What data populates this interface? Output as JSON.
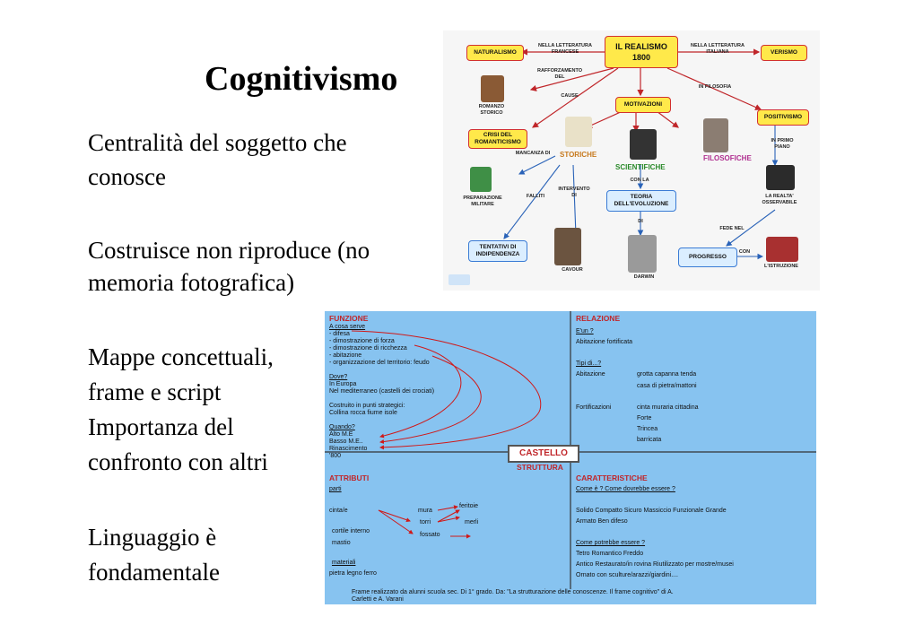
{
  "slide": {
    "title": "Cognitivismo",
    "lines": [
      "Centralità del soggetto che",
      "conosce",
      "Costruisce non riproduce  (no",
      "memoria fotografica)",
      "Mappe concettuali,",
      "frame e script",
      "Importanza del",
      "confronto con altri",
      "Linguaggio è",
      "fondamentale"
    ]
  },
  "concept_map": {
    "center": "IL     REALISMO 1800",
    "boxes": {
      "naturalismo": "NATURALISMO",
      "verismo": "VERISMO",
      "motivazioni": "MOTIVAZIONI",
      "positivismo": "POSITIVISMO",
      "crisi": "CRISI DEL ROMANTICISMO",
      "teoria": "TEORIA DELL'EVOLUZIONE",
      "tentativi": "TENTATIVI DI INDIPENDENZA",
      "progresso": "PROGRESSO"
    },
    "headers": {
      "storiche": "STORICHE",
      "scientifiche": "SCIENTIFICHE",
      "filosofiche": "FILOSOFICHE"
    },
    "labels": {
      "nella_lett_fr": "NELLA    LETTERATURA FRANCESE",
      "nella_lett_it": "NELLA    LETTERATURA ITALIANA",
      "rafforzamento": "RAFFORZAMENTO DEL",
      "cause": "CAUSE",
      "in_filosofia": "IN    FILOSOFIA",
      "romanzo": "ROMANZO STORICO",
      "in_primo_piano": "IN    PRIMO PIANO",
      "mancanza": "MANCANZA DI",
      "con_la": "CON    LA",
      "preparazione": "PREPARAZIONE MILITARE",
      "falliti": "FALLITI",
      "intervento": "INTERVENTO DI",
      "realta": "LA REALTA' OSSERVABILE",
      "di": "DI",
      "fede_nel": "FEDE    NEL",
      "con": "CON",
      "istruzione": "L'ISTRUZIONE",
      "cavour": "CAVOUR",
      "darwin": "DARWIN"
    }
  },
  "frame": {
    "center_label": "CASTELLO",
    "struttura": "STRUTTURA",
    "funzione": {
      "heading": "FUNZIONE",
      "a_cosa_serve": "A cosa serve",
      "items": [
        "-    difesa",
        "-    dimostrazione di forza",
        "-    dimostrazione di ricchezza",
        "-    abitazione",
        "-    organizzazione del territorio: feudo"
      ],
      "dove": "Dove?",
      "in_europa": "In Europa",
      "mediterraneo": "Nel mediterraneo (castelli dei crociati)",
      "costruito": "Costruito in punti strategici:",
      "collina": "Collina  rocca  fiume  isole",
      "quando": "Quando?",
      "alto": "Alto M.E",
      "basso": "Basso M.E..",
      "rinascimento": "Rinascimento",
      "ottocento": "'800"
    },
    "relazione": {
      "heading": "RELAZIONE",
      "e_un": "E'un ?",
      "abitazione_fort": "Abitazione fortificata",
      "tipi": "Tipi di...?",
      "abitazione": "Abitazione",
      "grotta": "grotta  capanna  tenda",
      "casa": "casa di pietra/mattoni",
      "fortificazioni": "Fortificazioni",
      "cinta": "cinta muraria cittadina",
      "forte": "Forte",
      "trincea": "Trincea",
      "barricata": "barricata"
    },
    "attributi": {
      "heading": "ATTRIBUTI",
      "parti": "parti",
      "cinta": "cinta/e",
      "mura": "mura",
      "feritoie": "feritoie",
      "torri": "torri",
      "merli": "merli",
      "cortile": "cortile interno",
      "fossato": "fossato",
      "mastio": "mastio",
      "materiali": "materiali",
      "pietra": "pietra  legno  ferro"
    },
    "caratteristiche": {
      "heading": "CARATTERISTICHE",
      "come_e": "Come è ?  Come dovrebbe essere ?",
      "solido": "Solido Compatto Sicuro  Massiccio  Funzionale  Grande",
      "armato": "Armato  Ben difeso",
      "come_potrebbe": "Come potrebbe essere ?",
      "tetro": "Tetro  Romantico  Freddo",
      "antico": "Antico  Restaurato/in rovina  Riutilizzato per mostre/musei",
      "ornato": "Ornato con sculture/arazzi/giardini...."
    },
    "footer1": "Frame realizzato da alunni scuola sec. Di 1° grado. Da: \"La strutturazione delle conoscenze. Il frame cognitivo\" di A.",
    "footer2": "Carletti e A. Varani"
  },
  "colors": {
    "accent_red": "#c0262a",
    "frame_bg": "#87c3f0",
    "box_yellow": "#ffe94a"
  }
}
